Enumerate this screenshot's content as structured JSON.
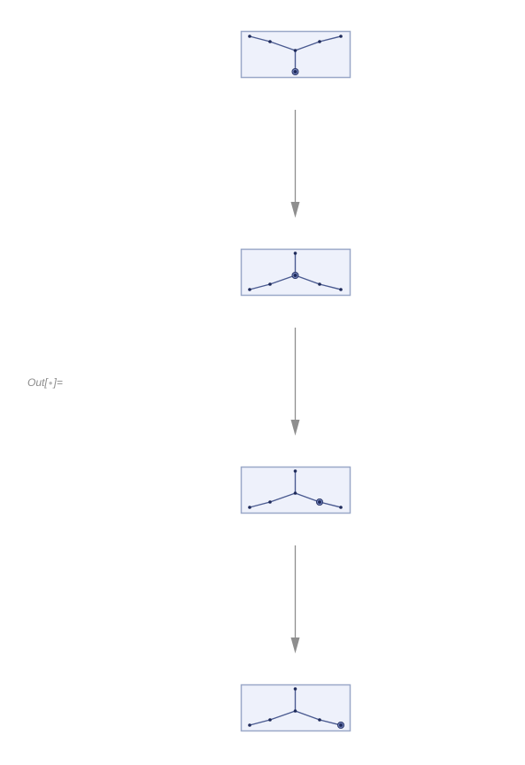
{
  "output_label": {
    "prefix": "Out[",
    "marker": "●",
    "suffix": "]="
  },
  "colors": {
    "frame_fill": "#eef1fb",
    "frame_stroke": "#9aa8c8",
    "edge": "#4a5a90",
    "vertex": "#1e2a5a",
    "highlight_ring": "#6f7fb8",
    "arrow": "#8e8e8e"
  },
  "states": [
    {
      "name": "state-1",
      "highlighted_vertex": "bottom-end"
    },
    {
      "name": "state-2",
      "highlighted_vertex": "center"
    },
    {
      "name": "state-3",
      "highlighted_vertex": "right-middle"
    },
    {
      "name": "state-4",
      "highlighted_vertex": "right-end"
    }
  ]
}
